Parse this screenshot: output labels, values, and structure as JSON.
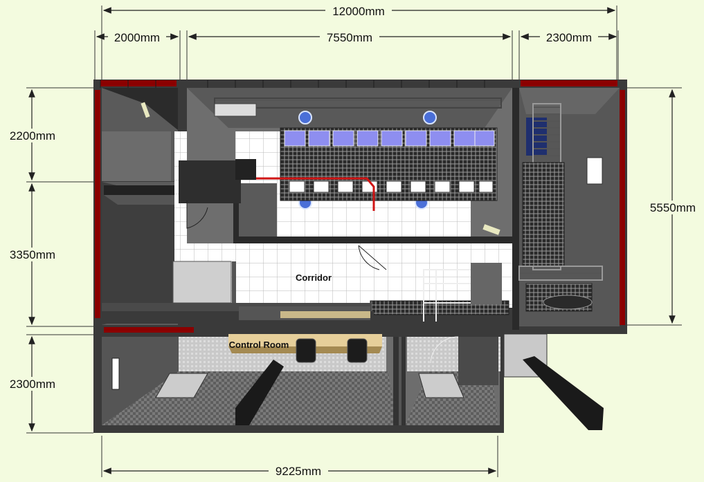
{
  "dimensions": {
    "total_width": "12000mm",
    "left_width": "2000mm",
    "middle_width": "7550mm",
    "right_width": "2300mm",
    "top_left_height": "2200mm",
    "mid_left_height": "3350mm",
    "right_height": "5550mm",
    "bottom_height": "2300mm",
    "bottom_width": "9225mm"
  },
  "rooms": {
    "corridor": "Corridor",
    "control_room": "Control Room"
  },
  "colors": {
    "background": "#f3fbdf",
    "wall": "#3a3a3a",
    "wall_accent": "#8b0000",
    "rack_screen": "#8e8ef0",
    "fan": "#4a6fd8",
    "floor_tile": "#ffffff",
    "grid_floor": "#6b6b6b"
  }
}
